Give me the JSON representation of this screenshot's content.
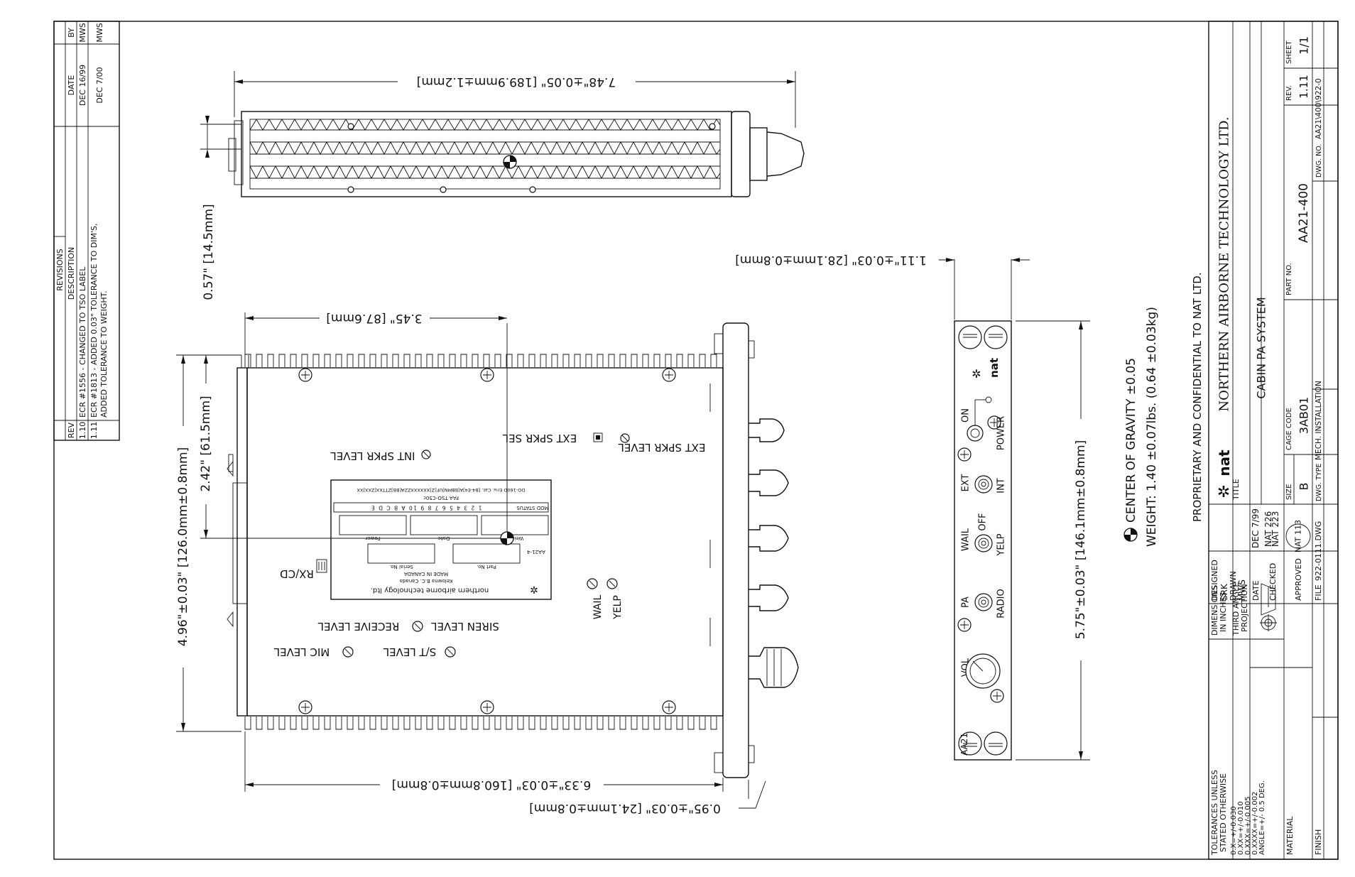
{
  "revisions": {
    "heading": "REVISIONS",
    "col_rev": "REV",
    "col_desc": "DESCRIPTION",
    "col_date": "DATE",
    "col_by": "BY",
    "rows": [
      {
        "rev": "1.10",
        "desc": "ECR #1556 - CHANGED TO TSO LABEL",
        "date": "DEC 16/99",
        "by": "MWS"
      },
      {
        "rev": "1.11",
        "desc": "ECR #1813 - ADDED 0.03\" TOLERANCE TO DIM'S,",
        "desc2": "ADDED TOLERANCE TO WEIGHT.",
        "date": "DEC 7/00",
        "by": "MWS"
      }
    ]
  },
  "dimensions": {
    "top_length": "7.48\"±0.05\" [189.9mm±1.2mm]",
    "top_offset": "0.57\" [14.5mm]",
    "side_height": "4.96\"±0.03\" [126.0mm±0.8mm]",
    "side_half": "2.42\" [61.5mm]",
    "side_cg_x": "3.45\" [87.6mm]",
    "side_length": "6.33\"±0.03\" [160.8mm±0.8mm]",
    "side_front": "0.95\"±0.03\" [24.1mm±0.8mm]",
    "front_width": "1.11\"±0.03\" [28.1mm±0.8mm]",
    "front_height": "5.75\"±0.03\" [146.1mm±0.8mm]"
  },
  "side_labels": {
    "int_spkr": "INT SPKR LEVEL",
    "ext_spkr_sel": "EXT SPKR SEL",
    "ext_spkr_level": "EXT SPKR LEVEL",
    "rx_cd": "RX/CD",
    "siren": "SIREN LEVEL",
    "receive": "RECEIVE LEVEL",
    "st_level": "S/T LEVEL",
    "mic": "MIC LEVEL",
    "wail": "WAIL",
    "yelp": "YELP"
  },
  "tso_label": {
    "line1": "DO-160D Env. Cat. [B4-E4]A[BBMN]UF[Z]XXXXXXZZA[BB]ZTTXX[ZXX]XX",
    "line2": "FAA TSO-C50c",
    "mod_status": "MOD STATUS",
    "digits": "1 2 3 4 5 6 7 8 9 10 A B C D E",
    "power": "Power",
    "date": "Date",
    "weight": "Weight",
    "model": "AA21-4",
    "serial": "Serial No.",
    "part": "Part No.",
    "made": "MADE IN CANADA",
    "city": "Kelowna B.C. Canada",
    "company": "northern airborne technology ltd."
  },
  "front": {
    "vol": "VOL",
    "pa": "PA",
    "wail": "WAIL",
    "ext": "EXT",
    "on": "ON",
    "off": "OFF",
    "radio": "RADIO",
    "yelp": "YELP",
    "int": "INT",
    "power": "POWER",
    "model": "AA21",
    "logo": "nat"
  },
  "notes": {
    "cg": "CENTER OF GRAVITY  ±0.05",
    "weight": "WEIGHT: 1.40  ±0.07lbs. (0.64 ±0.03kg)",
    "proprietary": "PROPRIETARY AND CONFIDENTIAL TO NAT LTD."
  },
  "title_block": {
    "tolerances_title1": "TOLERANCES UNLESS",
    "tolerances_title2": "STATED OTHERWISE",
    "tol1": "0.X=+/-0.030",
    "tol2": "0.XX=+/-0.010",
    "tol3": "0.XXX=+/-0.005",
    "tol4": "0.XXXX=+/-0.002",
    "tol5": "ANGLE=+/- 0.5 DEG.",
    "dims1": "DIMENSIONS",
    "dims2": "IN INCHES",
    "proj1": "THIRD ANGLE",
    "proj2": "PROJECTION",
    "designed": "DESIGNED",
    "designed_by": "SRK",
    "drawn": "DRAWN",
    "drawn_by": "MWS",
    "date": "DATE",
    "date_val": "DEC 7/99",
    "checked": "CHECKED",
    "nat226": "NAT 226",
    "nat223": "NAT 223",
    "approved": "APPROVED",
    "nat113": "NAT 113",
    "material": "MATERIAL",
    "finish": "FINISH",
    "file_label": "FILE",
    "file": "922-0111.DWG",
    "company": "NORTHERN AIRBORNE TECHNOLOGY LTD.",
    "logo": "nat",
    "title_label": "TITLE",
    "title": "CABIN PA SYSTEM",
    "size_label": "SIZE",
    "size": "B",
    "cage_label": "CAGE CODE",
    "cage": "3AB01",
    "part_label": "PART NO.",
    "part": "AA21-400",
    "rev_label": "REV.",
    "rev": "1.11",
    "sheet_label": "SHEET",
    "sheet": "1/1",
    "dwg_type_label": "DWG. TYPE",
    "dwg_type": "MECH. INSTALLATION",
    "dwg_no_label": "DWG. NO.",
    "dwg_no": "AA21\\400\\922-0"
  }
}
